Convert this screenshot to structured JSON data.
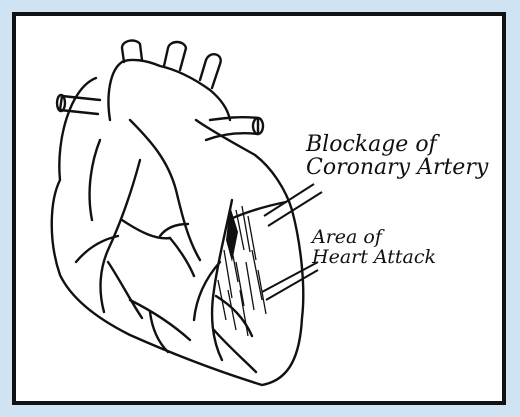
{
  "diagram": {
    "labels": {
      "blockage": [
        "Blockage of",
        "Coronary Artery"
      ],
      "heart_attack": [
        "Area of",
        "Heart Attack"
      ]
    },
    "colors": {
      "page_background": "#cfe3f2",
      "panel": "#ffffff",
      "ink": "#111111"
    }
  }
}
